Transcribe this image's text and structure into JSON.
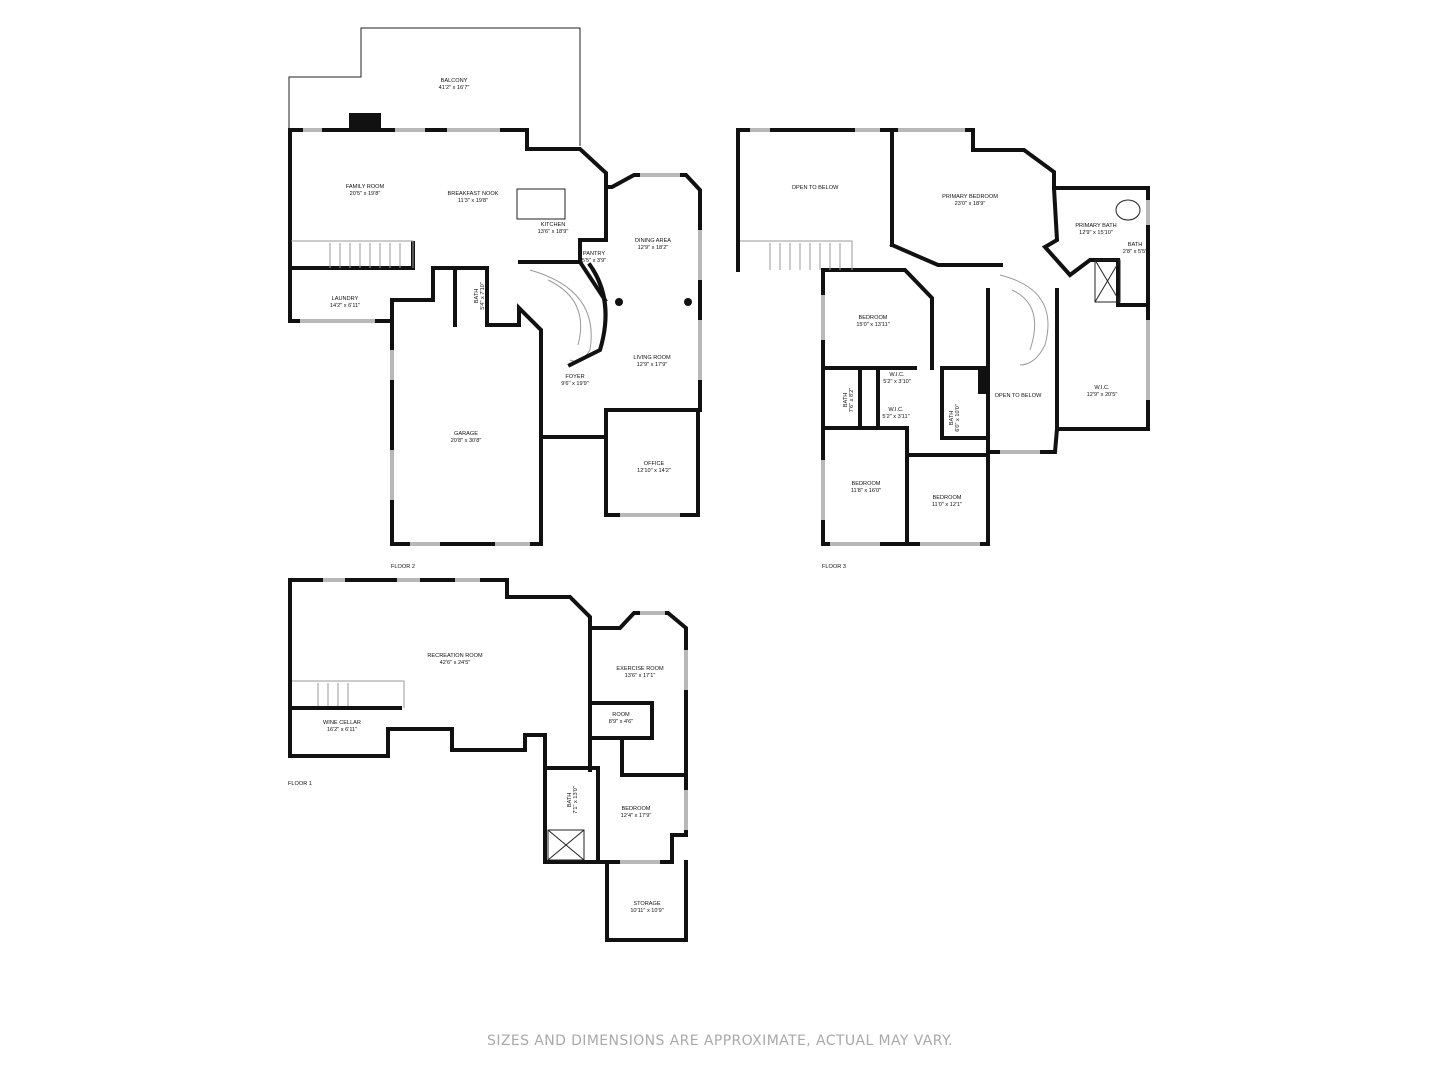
{
  "floors": {
    "floor1": "FLOOR 1",
    "floor2": "FLOOR 2",
    "floor3": "FLOOR 3"
  },
  "rooms": {
    "balcony": {
      "name": "BALCONY",
      "dim": "41'2\" x 16'7\""
    },
    "family_room": {
      "name": "FAMILY ROOM",
      "dim": "20'5\" x 19'8\""
    },
    "breakfast_nook": {
      "name": "BREAKFAST NOOK",
      "dim": "11'3\" x 19'8\""
    },
    "kitchen": {
      "name": "KITCHEN",
      "dim": "13'6\" x 18'9\""
    },
    "dining_area": {
      "name": "DINING AREA",
      "dim": "12'9\" x 18'2\""
    },
    "pantry": {
      "name": "PANTRY",
      "dim": "5'5\" x 3'9\""
    },
    "laundry": {
      "name": "LAUNDRY",
      "dim": "14'2\" x 6'11\""
    },
    "bath_f2": {
      "name": "BATH",
      "dim": "5'4\" x 7'10\""
    },
    "living_room": {
      "name": "LIVING ROOM",
      "dim": "12'9\" x 17'9\""
    },
    "foyer": {
      "name": "FOYER",
      "dim": "9'6\" x 19'9\""
    },
    "garage": {
      "name": "GARAGE",
      "dim": "20'8\" x 30'8\""
    },
    "office": {
      "name": "OFFICE",
      "dim": "12'10\" x 14'2\""
    },
    "open_to_below_1": {
      "name": "OPEN TO BELOW"
    },
    "primary_bedroom": {
      "name": "PRIMARY BEDROOM",
      "dim": "23'0\" x 18'9\""
    },
    "primary_bath": {
      "name": "PRIMARY BATH",
      "dim": "12'9\" x 15'10\""
    },
    "bath_small": {
      "name": "BATH",
      "dim": "2'8\" x 5'5\""
    },
    "bedroom_a": {
      "name": "BEDROOM",
      "dim": "15'0\" x 13'11\""
    },
    "wic_a": {
      "name": "W.I.C.",
      "dim": "5'2\" x 3'10\""
    },
    "wic_b": {
      "name": "W.I.C.",
      "dim": "5'2\" x 3'11\""
    },
    "bath_f3a": {
      "name": "BATH",
      "dim": "7'6\" x 8'2\""
    },
    "bath_f3b": {
      "name": "BATH",
      "dim": "6'0\" x 10'0\""
    },
    "open_to_below_2": {
      "name": "OPEN TO BELOW"
    },
    "wic_primary": {
      "name": "W.I.C.",
      "dim": "12'9\" x 20'5\""
    },
    "bedroom_b": {
      "name": "BEDROOM",
      "dim": "11'8\" x 16'0\""
    },
    "bedroom_c": {
      "name": "BEDROOM",
      "dim": "11'0\" x 12'1\""
    },
    "recreation_room": {
      "name": "RECREATION ROOM",
      "dim": "42'6\" x 24'5\""
    },
    "exercise_room": {
      "name": "EXERCISE ROOM",
      "dim": "13'6\" x 17'1\""
    },
    "room": {
      "name": "ROOM",
      "dim": "8'9\" x 4'6\""
    },
    "wine_cellar": {
      "name": "WINE CELLAR",
      "dim": "16'2\" x 6'11\""
    },
    "bath_f1": {
      "name": "BATH",
      "dim": "7'1\" x 13'0\""
    },
    "bedroom_f1": {
      "name": "BEDROOM",
      "dim": "12'4\" x 17'9\""
    },
    "storage": {
      "name": "STORAGE",
      "dim": "10'11\" x 10'9\""
    }
  },
  "disclaimer": "SIZES AND DIMENSIONS ARE APPROXIMATE, ACTUAL MAY VARY."
}
